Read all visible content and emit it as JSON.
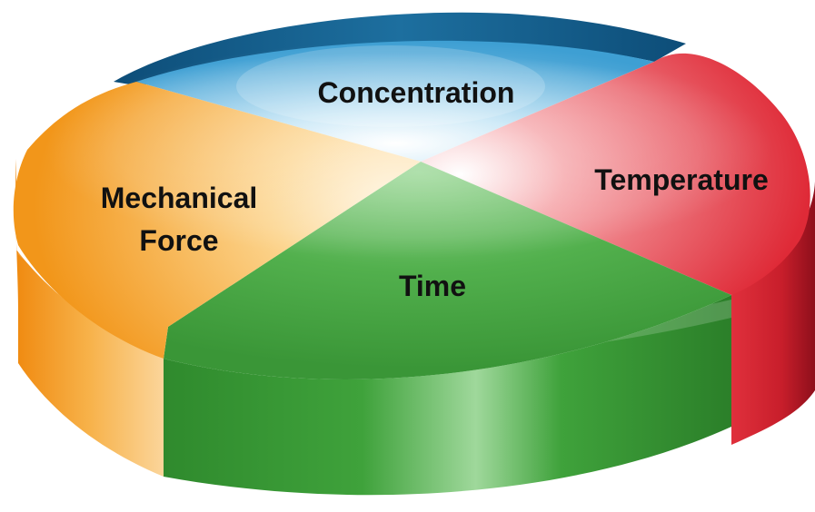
{
  "diagram": {
    "type": "3d-pie",
    "segments": [
      {
        "id": "concentration",
        "lines": [
          "Concentration"
        ],
        "color": "#4aa8d8"
      },
      {
        "id": "temperature",
        "lines": [
          "Temperature"
        ],
        "color": "#e0303c"
      },
      {
        "id": "time",
        "lines": [
          "Time"
        ],
        "color": "#3f9e3a"
      },
      {
        "id": "mechanical-force",
        "lines": [
          "Mechanical",
          "Force"
        ],
        "color": "#f39a1e"
      }
    ]
  }
}
